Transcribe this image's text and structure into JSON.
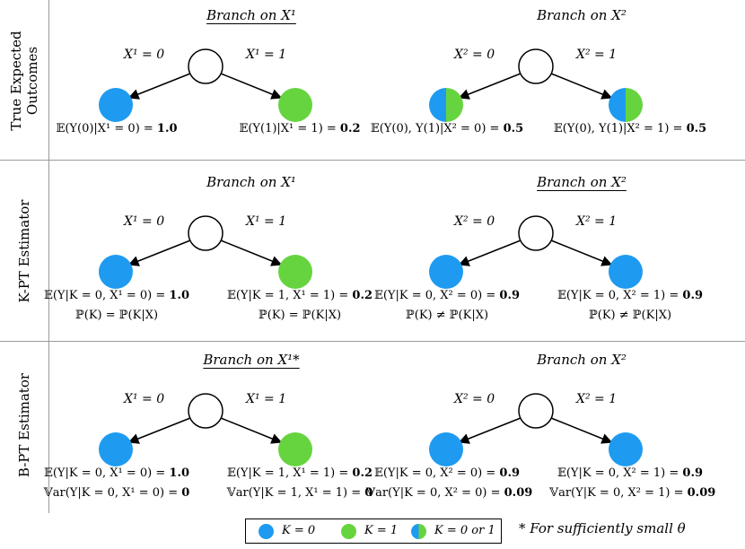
{
  "colors": {
    "k0": "#1e9bf0",
    "k1": "#66d43f",
    "root": "#ffffff",
    "rule": "#9a9a9a"
  },
  "rows": [
    {
      "label": "True Expected Outcomes",
      "panels": [
        {
          "title": "Branch on X¹",
          "underline": true,
          "left_edge": "X¹ = 0",
          "right_edge": "X¹ = 1",
          "left_node": "k0",
          "right_node": "k1",
          "left_lines": [
            {
              "text": "𝔼(Y(0)|X¹ = 0) = ",
              "bold": "1.0"
            }
          ],
          "right_lines": [
            {
              "text": "𝔼(Y(1)|X¹ = 1) = ",
              "bold": "0.2"
            }
          ]
        },
        {
          "title": "Branch on X²",
          "underline": false,
          "left_edge": "X² = 0",
          "right_edge": "X² = 1",
          "left_node": "split",
          "right_node": "split",
          "left_lines": [
            {
              "text": "𝔼(Y(0), Y(1)|X² = 0) = ",
              "bold": "0.5"
            }
          ],
          "right_lines": [
            {
              "text": "𝔼(Y(0), Y(1)|X² = 1) = ",
              "bold": "0.5"
            }
          ]
        }
      ]
    },
    {
      "label": "K-PT Estimator",
      "panels": [
        {
          "title": "Branch on X¹",
          "underline": false,
          "left_edge": "X¹ = 0",
          "right_edge": "X¹ = 1",
          "left_node": "k0",
          "right_node": "k1",
          "left_lines": [
            {
              "text": "𝔼(Y|K = 0, X¹ = 0) = ",
              "bold": "1.0"
            },
            {
              "text": "ℙ(K) = ℙ(K|X)",
              "bold": ""
            }
          ],
          "right_lines": [
            {
              "text": "𝔼(Y|K = 1, X¹ = 1) = ",
              "bold": "0.2"
            },
            {
              "text": "ℙ(K) = ℙ(K|X)",
              "bold": ""
            }
          ]
        },
        {
          "title": "Branch on X²",
          "underline": true,
          "left_edge": "X² = 0",
          "right_edge": "X² = 1",
          "left_node": "k0",
          "right_node": "k0",
          "left_lines": [
            {
              "text": "𝔼(Y|K = 0, X² = 0) = ",
              "bold": "0.9"
            },
            {
              "text": "ℙ(K) ≠ ℙ(K|X)",
              "bold": ""
            }
          ],
          "right_lines": [
            {
              "text": "𝔼(Y|K = 0, X² = 1) = ",
              "bold": "0.9"
            },
            {
              "text": "ℙ(K) ≠ ℙ(K|X)",
              "bold": ""
            }
          ]
        }
      ]
    },
    {
      "label": "B-PT Estimator",
      "panels": [
        {
          "title": "Branch on X¹*",
          "underline": true,
          "left_edge": "X¹ = 0",
          "right_edge": "X¹ = 1",
          "left_node": "k0",
          "right_node": "k1",
          "left_lines": [
            {
              "text": "𝔼(Y|K = 0, X¹ = 0) = ",
              "bold": "1.0"
            },
            {
              "text": "𝕍ar(Y|K = 0, X¹ = 0) = ",
              "bold": "0"
            }
          ],
          "right_lines": [
            {
              "text": "𝔼(Y|K = 1, X¹ = 1) = ",
              "bold": "0.2"
            },
            {
              "text": "𝕍ar(Y|K = 1, X¹ = 1) = ",
              "bold": "0"
            }
          ]
        },
        {
          "title": "Branch on X²",
          "underline": false,
          "left_edge": "X² = 0",
          "right_edge": "X² = 1",
          "left_node": "k0",
          "right_node": "k0",
          "left_lines": [
            {
              "text": "𝔼(Y|K = 0, X² = 0) = ",
              "bold": "0.9"
            },
            {
              "text": "𝕍ar(Y|K = 0, X² = 0) = ",
              "bold": "0.09"
            }
          ],
          "right_lines": [
            {
              "text": "𝔼(Y|K = 0, X² = 1) = ",
              "bold": "0.9"
            },
            {
              "text": "𝕍ar(Y|K = 0, X² = 1) = ",
              "bold": "0.09"
            }
          ]
        }
      ]
    }
  ],
  "legend": {
    "k0": "K = 0",
    "k1": "K = 1",
    "either": "K = 0 or 1"
  },
  "footnote": "* For sufficiently small θ"
}
